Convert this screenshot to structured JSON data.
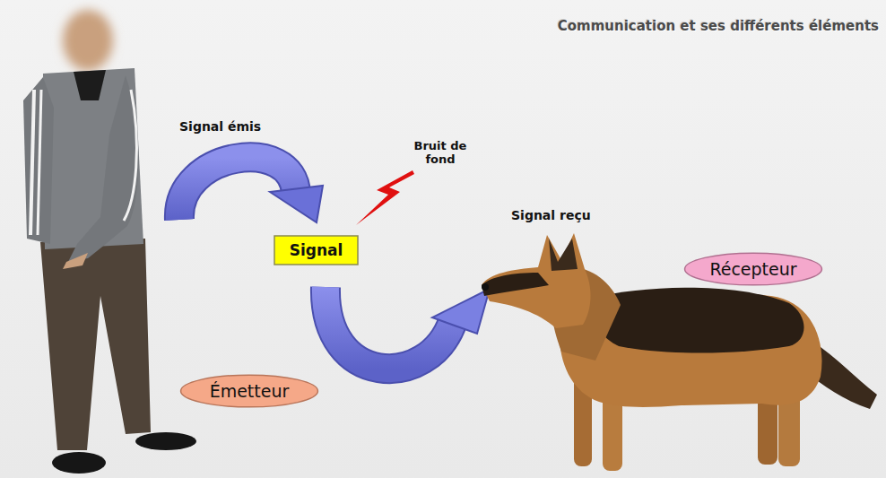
{
  "diagram": {
    "title": "Communication et ses différents éléments",
    "nodes": [
      {
        "text": [
          "Signal"
        ]
      },
      {
        "text": [
          "Récepteur"
        ]
      },
      {
        "text": [
          "Émetteur"
        ]
      }
    ],
    "labels": [
      "Signal émis",
      "Bruit de fond",
      "Signal reçu"
    ]
  }
}
